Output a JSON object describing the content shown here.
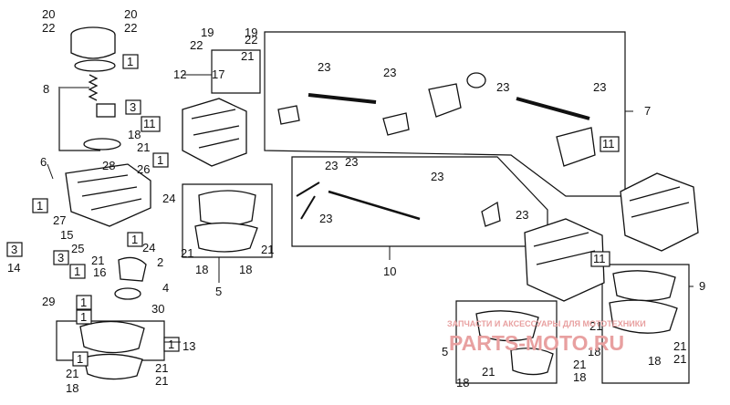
{
  "callouts": {
    "c20a": "20",
    "c22a": "22",
    "c20b": "20",
    "c22b": "22",
    "c1_top": "1",
    "c8": "8",
    "c3_top": "3",
    "c11_left": "11",
    "c18_top": "18",
    "c21_top": "21",
    "c28": "28",
    "c26": "26",
    "c1_mid": "1",
    "c19": "19",
    "c19b": "19",
    "c22c": "22",
    "c22d": "22",
    "c12": "12",
    "c17": "17",
    "c21c": "21",
    "c6": "6",
    "c1_body": "1",
    "c27": "27",
    "c24a": "24",
    "c15": "15",
    "c25": "25",
    "c3_side": "3",
    "c1_pump": "1",
    "c24b": "24",
    "c21d": "21",
    "c16": "16",
    "c2": "2",
    "c3_left": "3",
    "c14": "14",
    "c4": "4",
    "c29": "29",
    "c1_29": "1",
    "c1_30": "1",
    "c30": "30",
    "c1_bowl": "1",
    "c13": "13",
    "c1_bowl2": "1",
    "c21e": "21",
    "c21f": "21",
    "c18b": "18",
    "c21g": "21",
    "c18c": "18",
    "c18d": "18",
    "c5": "5",
    "c21h": "21",
    "c23a": "23",
    "c23b": "23",
    "c23c": "23",
    "c23d": "23",
    "c7": "7",
    "c11_right": "11",
    "c23e": "23",
    "c23f": "23",
    "c23g": "23",
    "c23h": "23",
    "c23i": "23",
    "c10": "10",
    "c11_bottom": "11",
    "c9": "9",
    "c21i": "21",
    "c18e": "18",
    "c5b": "5",
    "c21j": "21",
    "c18f": "18",
    "c21k": "21",
    "c18g": "18",
    "c21l": "21"
  },
  "watermark": {
    "subtitle": "ЗАПЧАСТИ И АКСЕССУАРЫ ДЛЯ МОТОТЕХНИКИ",
    "brand": "PARTS-MOTO.RU"
  },
  "colors": {
    "line": "#111111",
    "watermark": "#e8a0a0"
  }
}
